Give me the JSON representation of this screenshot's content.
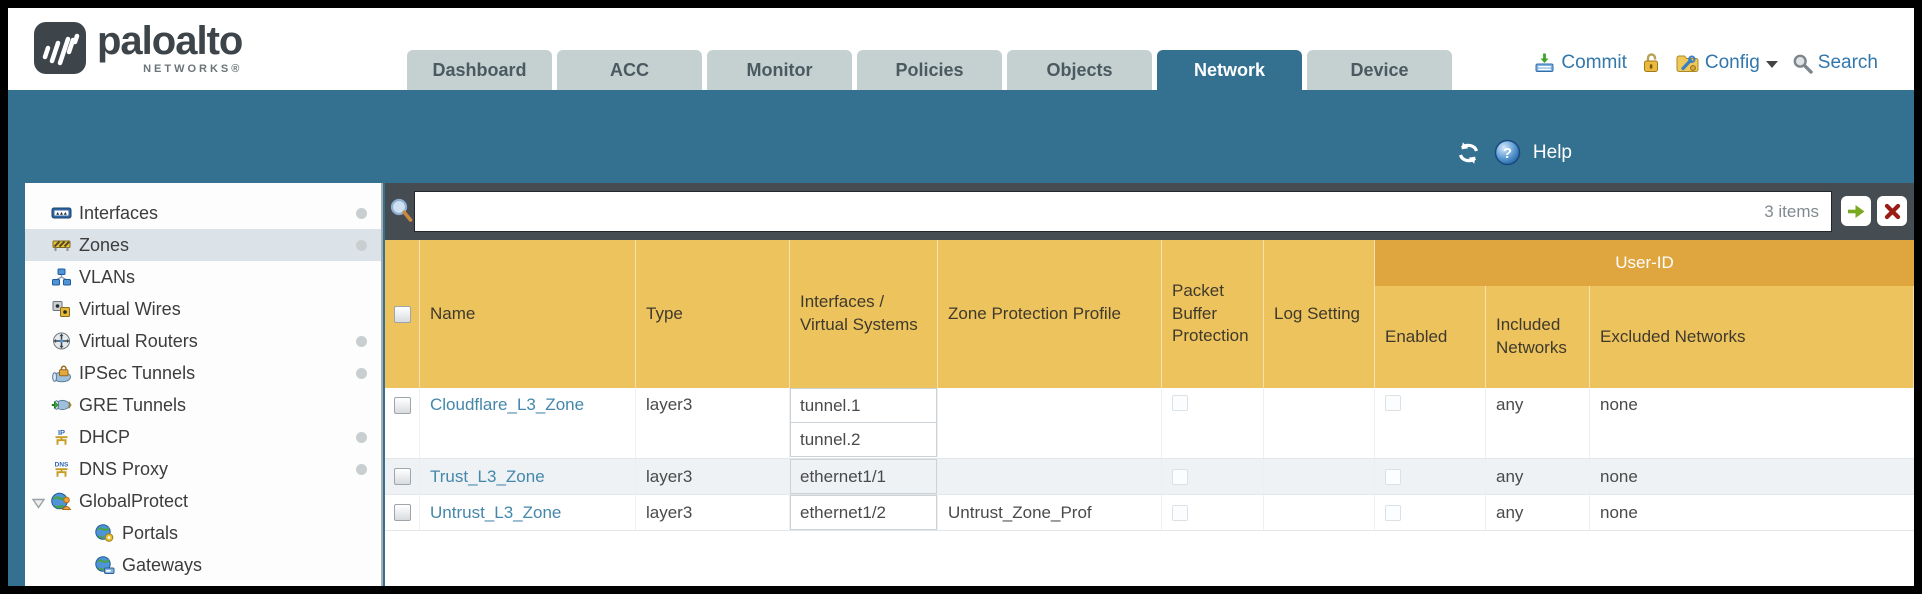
{
  "brand": {
    "name": "paloalto",
    "subtitle": "NETWORKS®"
  },
  "nav_tabs": [
    {
      "label": "Dashboard",
      "active": false
    },
    {
      "label": "ACC",
      "active": false
    },
    {
      "label": "Monitor",
      "active": false
    },
    {
      "label": "Policies",
      "active": false
    },
    {
      "label": "Objects",
      "active": false
    },
    {
      "label": "Network",
      "active": true
    },
    {
      "label": "Device",
      "active": false
    }
  ],
  "header_actions": {
    "commit": "Commit",
    "config": "Config",
    "search": "Search"
  },
  "toolbar": {
    "help": "Help"
  },
  "sidebar": {
    "items": [
      {
        "label": "Interfaces",
        "icon": "interfaces-icon",
        "has_dot": true,
        "selected": false
      },
      {
        "label": "Zones",
        "icon": "zones-icon",
        "has_dot": true,
        "selected": true
      },
      {
        "label": "VLANs",
        "icon": "vlans-icon",
        "has_dot": false,
        "selected": false
      },
      {
        "label": "Virtual Wires",
        "icon": "virtual-wires-icon",
        "has_dot": false,
        "selected": false
      },
      {
        "label": "Virtual Routers",
        "icon": "virtual-routers-icon",
        "has_dot": true,
        "selected": false
      },
      {
        "label": "IPSec Tunnels",
        "icon": "ipsec-tunnels-icon",
        "has_dot": true,
        "selected": false
      },
      {
        "label": "GRE Tunnels",
        "icon": "gre-tunnels-icon",
        "has_dot": false,
        "selected": false
      },
      {
        "label": "DHCP",
        "icon": "dhcp-icon",
        "has_dot": true,
        "selected": false
      },
      {
        "label": "DNS Proxy",
        "icon": "dns-proxy-icon",
        "has_dot": true,
        "selected": false
      },
      {
        "label": "GlobalProtect",
        "icon": "globalprotect-icon",
        "has_dot": false,
        "selected": false,
        "expanded": true
      },
      {
        "label": "Portals",
        "icon": "portals-icon",
        "has_dot": false,
        "selected": false,
        "child": true
      },
      {
        "label": "Gateways",
        "icon": "gateways-icon",
        "has_dot": false,
        "selected": false,
        "child": true
      }
    ]
  },
  "filter": {
    "count": "3 items",
    "value": ""
  },
  "table": {
    "group_header": "User-ID",
    "columns": [
      "Name",
      "Type",
      "Interfaces / Virtual Systems",
      "Zone Protection Profile",
      "Packet Buffer Protection",
      "Log Setting",
      "Enabled",
      "Included Networks",
      "Excluded Networks"
    ],
    "rows": [
      {
        "name": "Cloudflare_L3_Zone",
        "type": "layer3",
        "interfaces": [
          "tunnel.1",
          "tunnel.2"
        ],
        "zone_protection_profile": "",
        "log_setting": "",
        "included_networks": "any",
        "excluded_networks": "none"
      },
      {
        "name": "Trust_L3_Zone",
        "type": "layer3",
        "interfaces": [
          "ethernet1/1"
        ],
        "zone_protection_profile": "",
        "log_setting": "",
        "included_networks": "any",
        "excluded_networks": "none"
      },
      {
        "name": "Untrust_L3_Zone",
        "type": "layer3",
        "interfaces": [
          "ethernet1/2"
        ],
        "zone_protection_profile": "Untrust_Zone_Prof",
        "log_setting": "",
        "included_networks": "any",
        "excluded_networks": "none"
      }
    ]
  },
  "colors": {
    "accent_teal": "#34708f",
    "header_orange": "#edc35d",
    "group_band_orange": "#dfa63f",
    "filter_bar_slate": "#454d53",
    "link_blue": "#4487ab",
    "action_blue": "#3277ab",
    "selected_row": "#dbe3e9"
  }
}
